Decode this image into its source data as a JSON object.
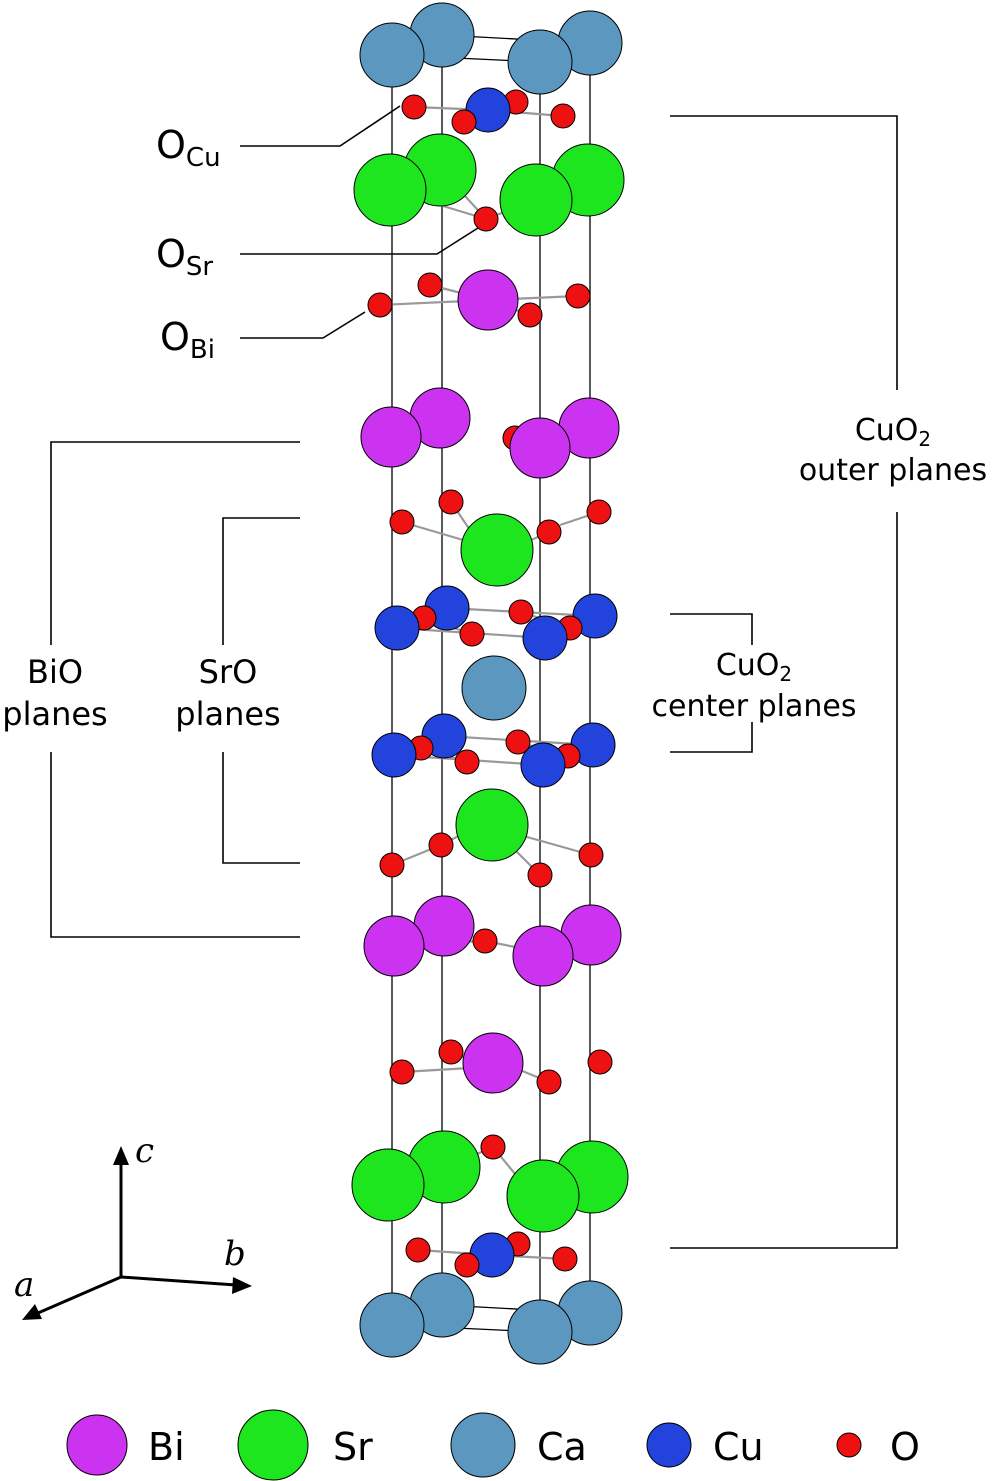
{
  "labels": {
    "o_cu": {
      "main": "O",
      "sub": "Cu"
    },
    "o_sr": {
      "main": "O",
      "sub": "Sr"
    },
    "o_bi": {
      "main": "O",
      "sub": "Bi"
    },
    "cuo2_outer": {
      "line1_main": "CuO",
      "line1_sub": "2",
      "line2": "outer planes"
    },
    "cuo2_center": {
      "line1_main": "CuO",
      "line1_sub": "2",
      "line2": "center planes"
    },
    "bio_planes": {
      "line1": "BiO",
      "line2": "planes"
    },
    "sro_planes": {
      "line1": "SrO",
      "line2": "planes"
    }
  },
  "axes": {
    "a": "a",
    "b": "b",
    "c": "c"
  },
  "legend": [
    {
      "symbol": "Bi",
      "color": "#cc33f0"
    },
    {
      "symbol": "Sr",
      "color": "#1ee61e"
    },
    {
      "symbol": "Ca",
      "color": "#5b97be"
    },
    {
      "symbol": "Cu",
      "color": "#2244dd"
    },
    {
      "symbol": "O",
      "color": "#ee1111"
    }
  ],
  "colors": {
    "Bi": "#cc33f0",
    "Sr": "#1ee61e",
    "Ca": "#5b97be",
    "Cu": "#2244dd",
    "O": "#ee1111",
    "bond": "#999999"
  }
}
